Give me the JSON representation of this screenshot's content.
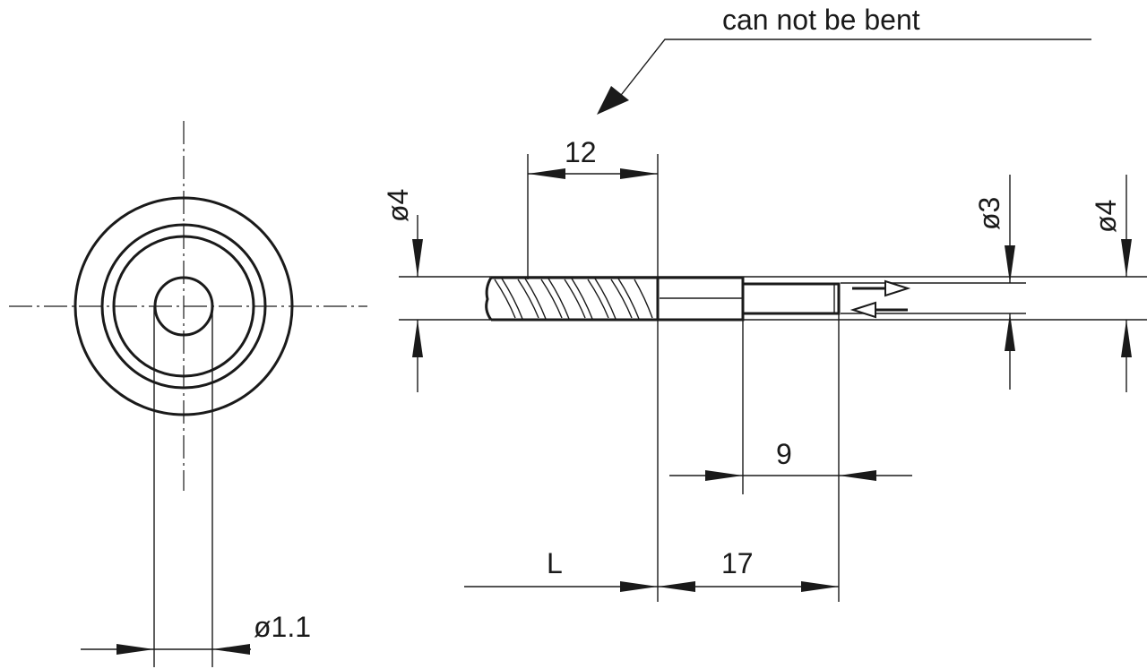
{
  "annotation": {
    "note": "can not be bent"
  },
  "dimensions": {
    "thread_length": "12",
    "screw_diameter": "ø4",
    "pin_diameter": "ø3",
    "body_diameter": "ø4",
    "pin_length": "9",
    "length_variable": "L",
    "right_length": "17",
    "hole_diameter": "ø1.1"
  }
}
